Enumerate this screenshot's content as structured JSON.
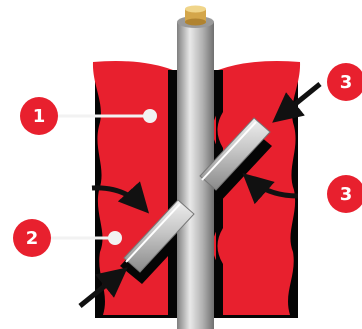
{
  "diagram": {
    "callouts": [
      {
        "label": "1"
      },
      {
        "label": "2"
      },
      {
        "label": "3"
      },
      {
        "label": "3"
      }
    ],
    "colors": {
      "block_red": "#e8202e",
      "block_dark": "#a30d16",
      "shadow": "#050505",
      "rod_gray": "#b5b5b5",
      "rod_dark": "#858585",
      "rod_light": "#ececec",
      "core_cap": "#d4a64a",
      "seal_gray": "#c4c4c4",
      "badge_red": "#e8202e",
      "arrow_black": "#111111",
      "callout_text": "#ffffff",
      "leader_line": "#f2f2f2"
    },
    "icons": {
      "pointer_arrows": "arrow",
      "curved_arrows": "curved-arrow"
    }
  }
}
